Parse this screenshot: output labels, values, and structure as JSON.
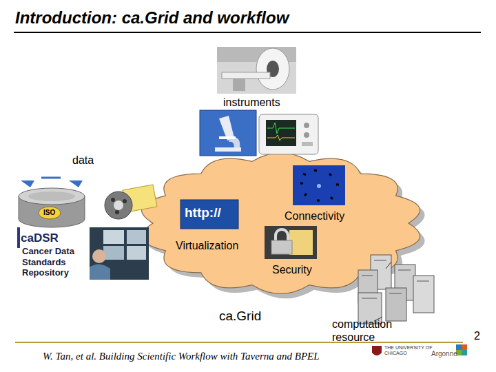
{
  "diagram": {
    "title": "Introduction: ca.Grid and workflow",
    "caption": "W. Tan, et al. Building Scientific Workflow with Taverna and BPEL",
    "nodes": [
      {
        "text": [
          "Connectivity",
          "Virtualization",
          "Security",
          "ca.Grid"
        ]
      }
    ],
    "labels": [
      "instruments",
      "data",
      "ISO",
      "caDSR",
      "Cancer Data Standards Repository",
      "http://",
      "computation resource",
      "2",
      "THE UNIVERSITY OF CHICAGO",
      "Argonne"
    ]
  }
}
